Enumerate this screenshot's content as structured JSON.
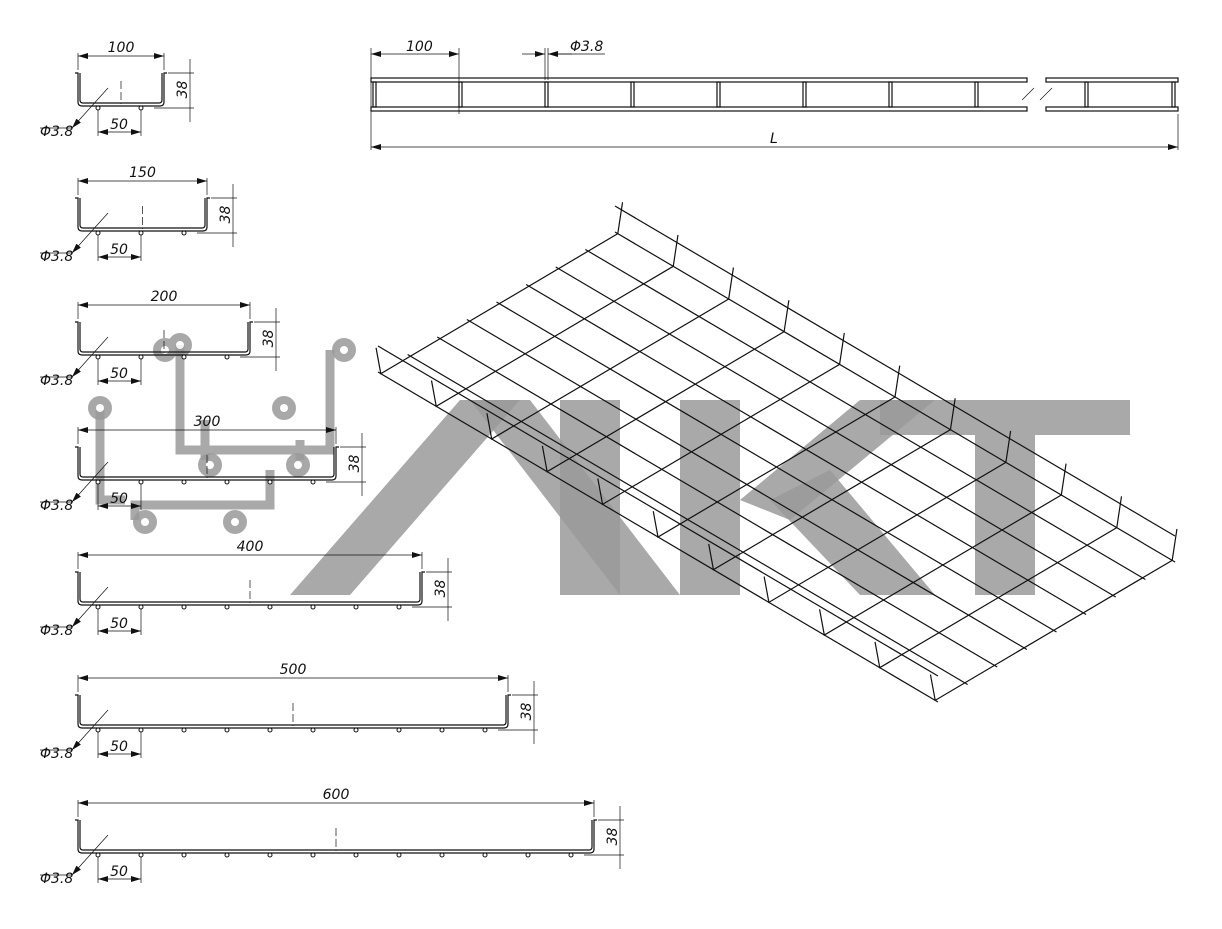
{
  "title": "Wire mesh cable tray drawing",
  "profiles": [
    {
      "width_label": "100",
      "width_mm": 100,
      "height_label": "38",
      "wire_label": "Φ3.8",
      "pitch_label": "50"
    },
    {
      "width_label": "150",
      "width_mm": 150,
      "height_label": "38",
      "wire_label": "Φ3.8",
      "pitch_label": "50"
    },
    {
      "width_label": "200",
      "width_mm": 200,
      "height_label": "38",
      "wire_label": "Φ3.8",
      "pitch_label": "50"
    },
    {
      "width_label": "300",
      "width_mm": 300,
      "height_label": "38",
      "wire_label": "Φ3.8",
      "pitch_label": "50"
    },
    {
      "width_label": "400",
      "width_mm": 400,
      "height_label": "38",
      "wire_label": "Φ3.8",
      "pitch_label": "50"
    },
    {
      "width_label": "500",
      "width_mm": 500,
      "height_label": "38",
      "wire_label": "Φ3.8",
      "pitch_label": "50"
    },
    {
      "width_label": "600",
      "width_mm": 600,
      "height_label": "38",
      "wire_label": "Φ3.8",
      "pitch_label": "50"
    }
  ],
  "top_view": {
    "pitch_label": "100",
    "wire_label": "Φ3.8",
    "length_label": "L"
  },
  "watermark": {
    "text": "МКТ",
    "color": "#9a9a9a"
  }
}
